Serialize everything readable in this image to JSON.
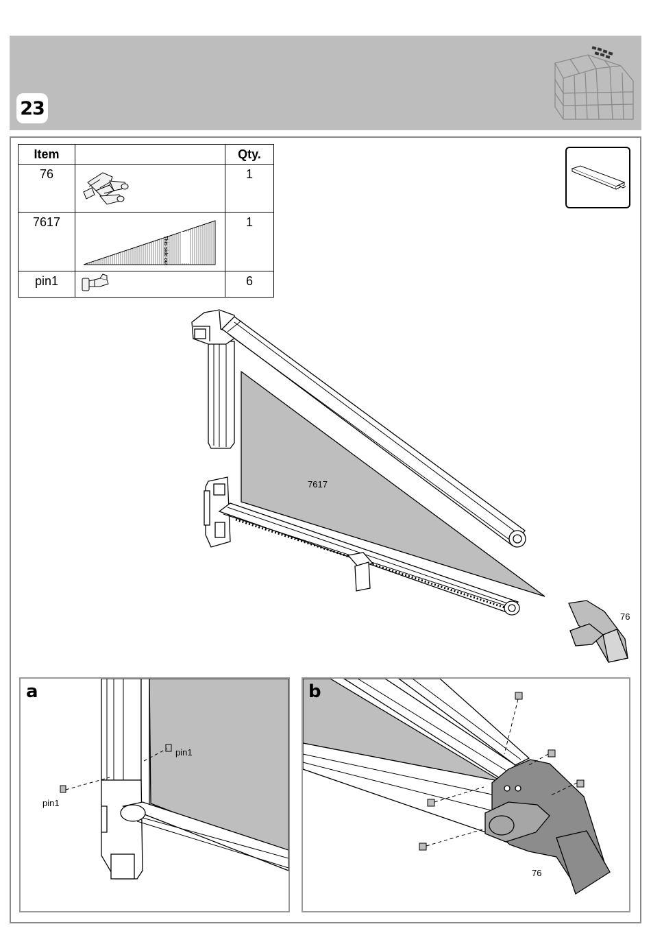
{
  "step": {
    "number": "23"
  },
  "parts_table": {
    "headers": {
      "item": "Item",
      "image": "",
      "qty": "Qty."
    },
    "rows": [
      {
        "item": "76",
        "qty": "1",
        "icon": "corner-connector-icon"
      },
      {
        "item": "7617",
        "qty": "1",
        "icon": "triangle-panel-icon",
        "panel_text": "This side out"
      },
      {
        "item": "pin1",
        "qty": "6",
        "icon": "pin-icon"
      }
    ]
  },
  "diagram": {
    "panel_label": "7617",
    "connector_label": "76"
  },
  "detail_a": {
    "letter": "a",
    "pin_label_1": "pin1",
    "pin_label_2": "pin1"
  },
  "detail_b": {
    "letter": "b",
    "connector_label": "76"
  },
  "colors": {
    "header_gray": "#bdbdbd",
    "panel_gray": "#bebebe",
    "connector_gray": "#8c8c8c"
  }
}
